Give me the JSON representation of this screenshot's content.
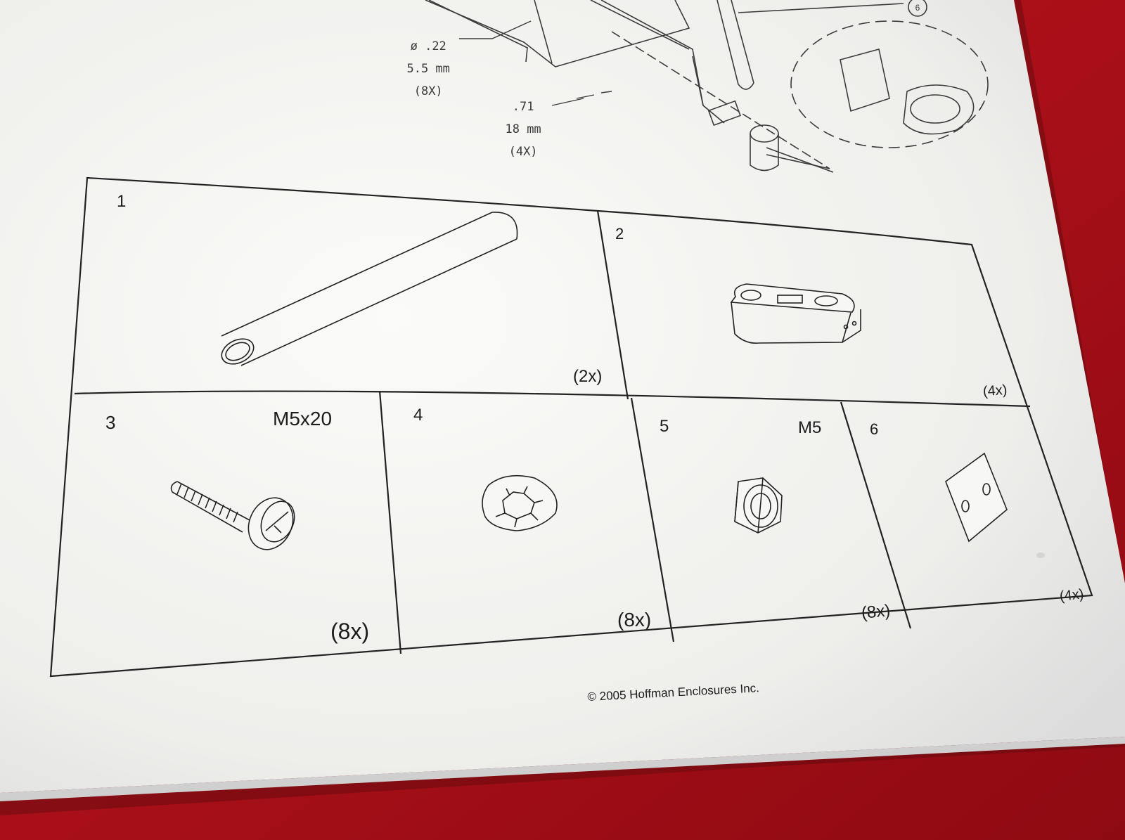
{
  "colors": {
    "table_cloth": "#b5111a",
    "paper": "#f3f3f0",
    "ink": "#1d1d1d"
  },
  "dimensions": {
    "hole": {
      "symbol": "ø",
      "inch": ".22",
      "metric": "5.5 mm",
      "count": "(8X)"
    },
    "width": {
      "inch": ".71",
      "metric": "18 mm",
      "count": "(4X)"
    },
    "callout": "6"
  },
  "parts": [
    {
      "number": "1",
      "spec": "",
      "quantity": "(2x)",
      "icon": "tube-icon"
    },
    {
      "number": "2",
      "spec": "",
      "quantity": "(4x)",
      "icon": "bracket-block-icon"
    },
    {
      "number": "3",
      "spec": "M5x20",
      "quantity": "(8x)",
      "icon": "screw-icon"
    },
    {
      "number": "4",
      "spec": "",
      "quantity": "(8x)",
      "icon": "lock-washer-icon"
    },
    {
      "number": "5",
      "spec": "M5",
      "quantity": "(8x)",
      "icon": "hex-nut-icon"
    },
    {
      "number": "6",
      "spec": "",
      "quantity": "(4x)",
      "icon": "mounting-plate-icon"
    }
  ],
  "footer": {
    "copyright": "© 2005 Hoffman Enclosures Inc."
  }
}
